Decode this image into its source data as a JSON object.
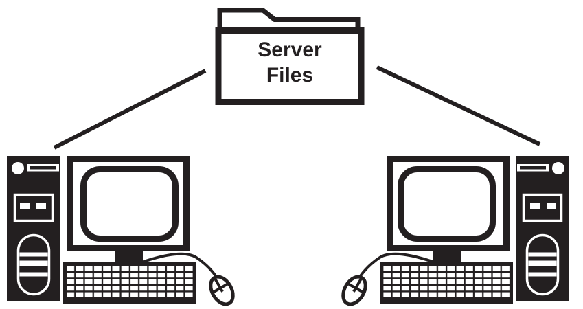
{
  "colors": {
    "ink": "#231f20",
    "paper": "#ffffff"
  },
  "diagram": {
    "type": "network-file-sharing",
    "folder": {
      "icon": "folder-icon",
      "label": "Server Files",
      "label_line1": "Server",
      "label_line2": "Files"
    },
    "computers": [
      {
        "id": "left-computer",
        "icon": "desktop-computer-icon",
        "parts": [
          "tower",
          "monitor",
          "keyboard",
          "mouse"
        ]
      },
      {
        "id": "right-computer",
        "icon": "desktop-computer-icon",
        "parts": [
          "tower",
          "monitor",
          "keyboard",
          "mouse"
        ]
      }
    ],
    "connections": [
      {
        "from": "server-files-folder",
        "to": "left-computer"
      },
      {
        "from": "server-files-folder",
        "to": "right-computer"
      }
    ]
  }
}
